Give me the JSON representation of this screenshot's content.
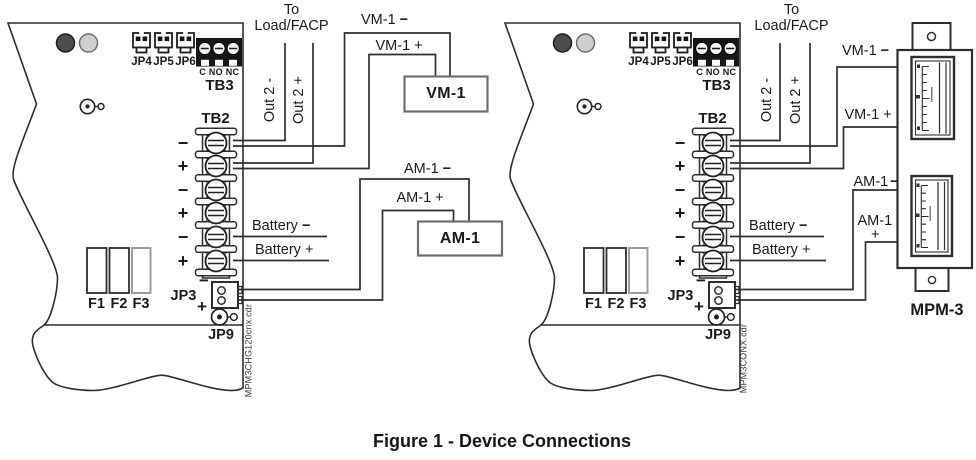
{
  "caption": "Figure 1 - Device Connections",
  "board": {
    "jumper_labels": [
      "JP4",
      "JP5",
      "JP6"
    ],
    "tb3": "TB3",
    "tb3_contacts": "C NO NC",
    "tb2": "TB2",
    "terminal_signs": [
      "−",
      "+",
      "−",
      "+",
      "−",
      "+"
    ],
    "fuse_labels": [
      "F1",
      "F2",
      "F3"
    ],
    "jp3": "JP3",
    "jp3_minus": "−",
    "jp3_plus": "+",
    "jp9": "JP9"
  },
  "wire_labels": {
    "to_line1": "To",
    "to_line2": "Load/FACP",
    "out2_minus": "Out 2 -",
    "out2_plus": "Out 2 +",
    "vm1": "VM-1",
    "am1": "AM-1",
    "battery": "Battery",
    "minus_sign": "−",
    "plus_sign": "+"
  },
  "devices": {
    "vm1_box": "VM-1",
    "am1_box": "AM-1",
    "mpm3": "MPM-3"
  },
  "files": {
    "left": "MPM3CHG120cnx.cdr",
    "right": "MPM3CONX.cdr"
  }
}
